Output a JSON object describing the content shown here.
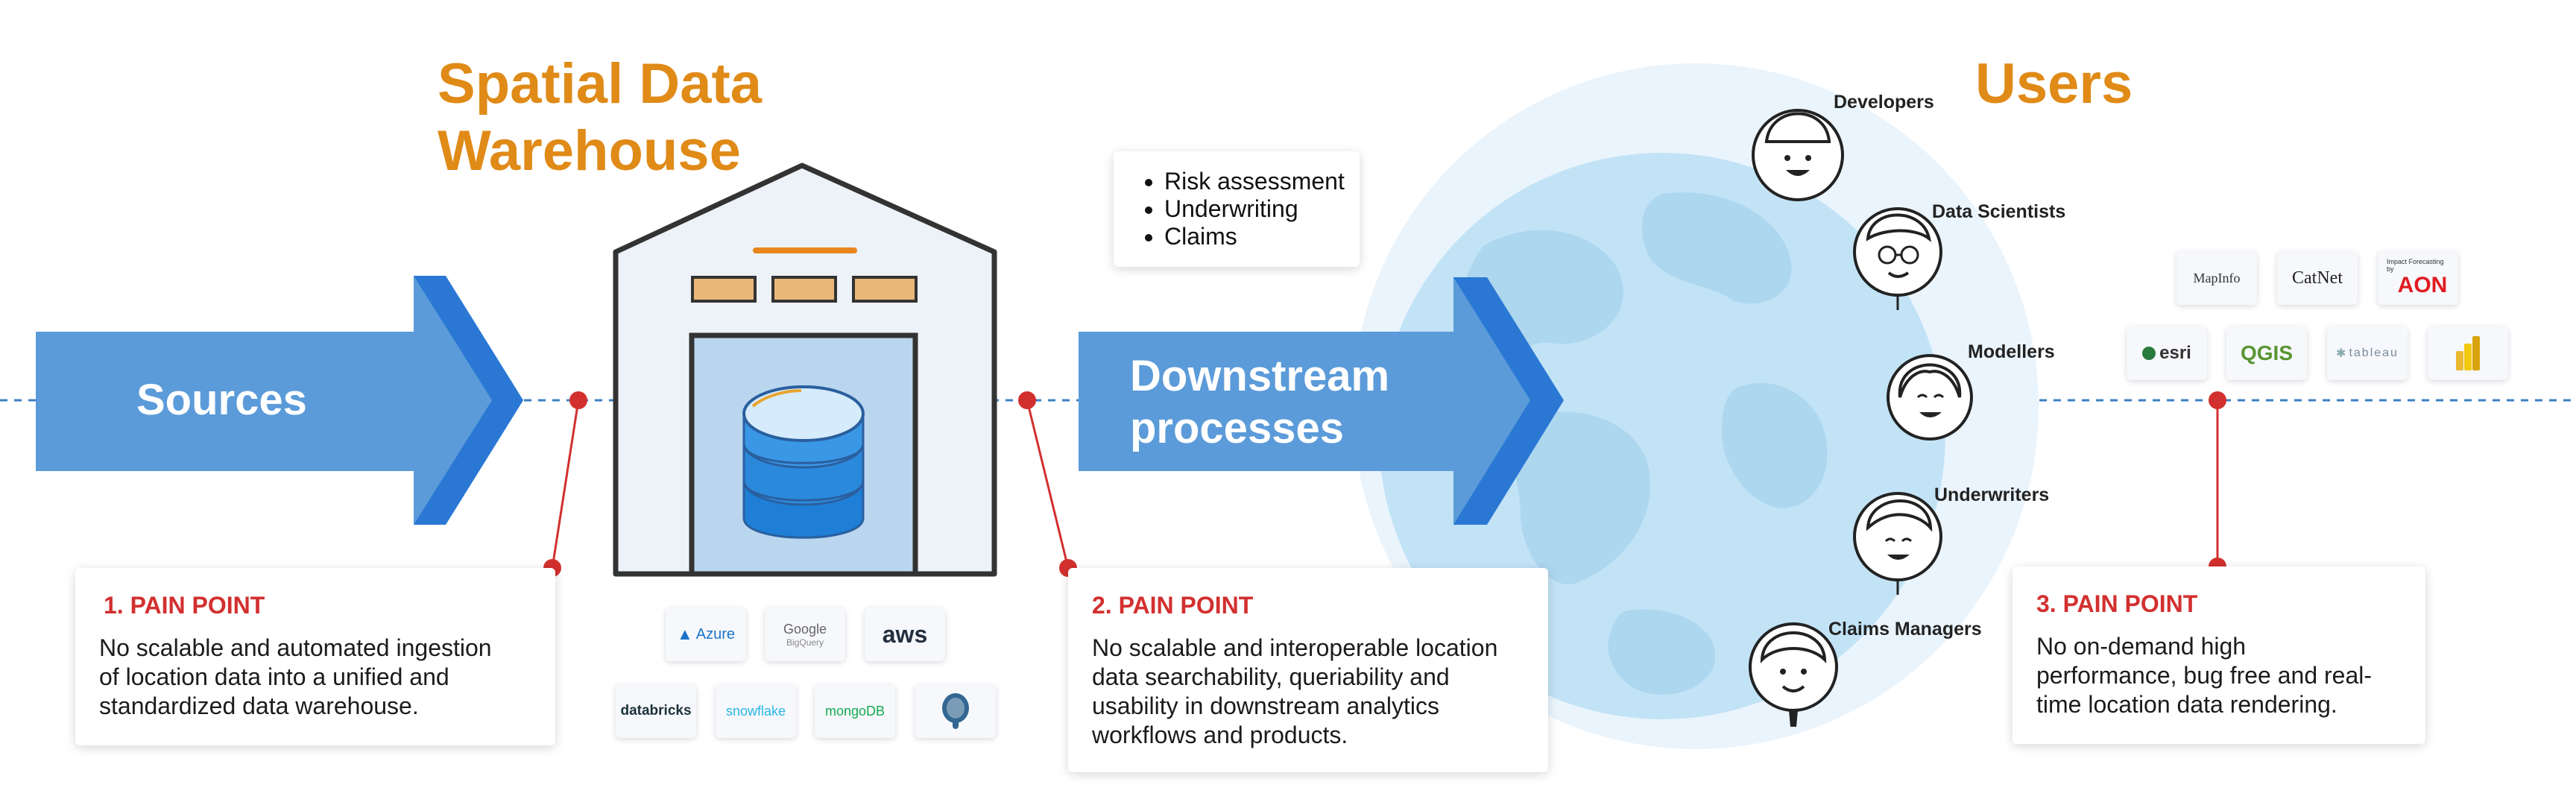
{
  "headings": {
    "warehouse_line1": "Spatial Data",
    "warehouse_line2": "Warehouse",
    "users": "Users"
  },
  "arrows": {
    "sources": "Sources",
    "downstream_line1": "Downstream",
    "downstream_line2": "processes"
  },
  "use_cases": [
    "Risk assessment",
    "Underwriting",
    "Claims"
  ],
  "pain_points": [
    {
      "title": "1. PAIN POINT",
      "lines": [
        "No scalable and automated ingestion",
        "of location data into a unified and",
        "standardized data warehouse."
      ]
    },
    {
      "title": "2. PAIN POINT",
      "lines": [
        "No scalable and interoperable location",
        "data searchability, queriability and",
        "usability in downstream analytics",
        "workflows and products."
      ]
    },
    {
      "title": "3. PAIN POINT",
      "lines": [
        "No on-demand high",
        "performance, bug free and real-",
        "time location data rendering."
      ]
    }
  ],
  "warehouse_logos": [
    "Azure",
    "Google",
    "BigQuery",
    "aws",
    "databricks",
    "snowflake",
    "mongoDB",
    "postgresql-icon"
  ],
  "user_logos": [
    "MapInfo",
    "CatNet",
    "Impact Forecasting",
    "by",
    "AON",
    "esri",
    "QGIS",
    "tableau",
    "powerbi-icon"
  ],
  "users": [
    "Developers",
    "Data Scientists",
    "Modellers",
    "Underwriters",
    "Claims Managers"
  ],
  "colors": {
    "heading": "#e08a17",
    "arrow": "#5b9bd9",
    "arrow_edge": "#2a78d4",
    "pain": "#d2302f",
    "globe": "#c2e3f6"
  }
}
